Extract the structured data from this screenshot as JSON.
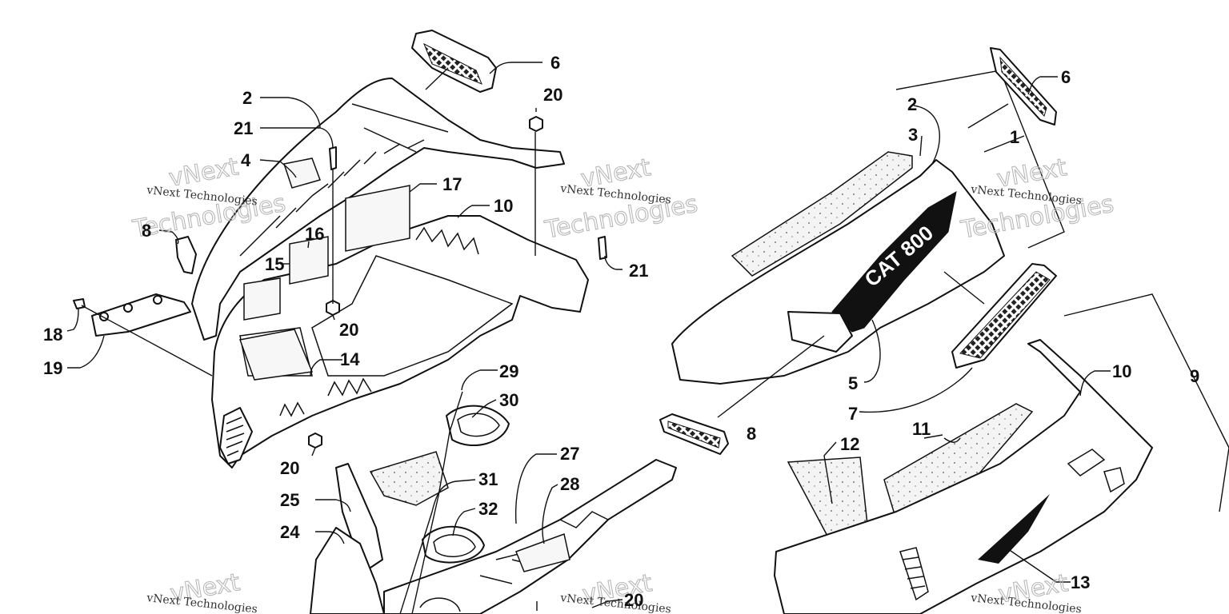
{
  "callouts": [
    {
      "id": "c6a",
      "label": "6"
    },
    {
      "id": "c20a",
      "label": "20"
    },
    {
      "id": "c2a",
      "label": "2"
    },
    {
      "id": "c21a",
      "label": "21"
    },
    {
      "id": "c4",
      "label": "4"
    },
    {
      "id": "c17",
      "label": "17"
    },
    {
      "id": "c10a",
      "label": "10"
    },
    {
      "id": "c16",
      "label": "16"
    },
    {
      "id": "c8a",
      "label": "8"
    },
    {
      "id": "c15",
      "label": "15"
    },
    {
      "id": "c21b",
      "label": "21"
    },
    {
      "id": "c20b",
      "label": "20"
    },
    {
      "id": "c18",
      "label": "18"
    },
    {
      "id": "c19",
      "label": "19"
    },
    {
      "id": "c14",
      "label": "14"
    },
    {
      "id": "c29",
      "label": "29"
    },
    {
      "id": "c30",
      "label": "30"
    },
    {
      "id": "c20c",
      "label": "20"
    },
    {
      "id": "c27",
      "label": "27"
    },
    {
      "id": "c31",
      "label": "31"
    },
    {
      "id": "c28",
      "label": "28"
    },
    {
      "id": "c25",
      "label": "25"
    },
    {
      "id": "c32",
      "label": "32"
    },
    {
      "id": "c24",
      "label": "24"
    },
    {
      "id": "c20d",
      "label": "20"
    },
    {
      "id": "c6b",
      "label": "6"
    },
    {
      "id": "c2b",
      "label": "2"
    },
    {
      "id": "c1",
      "label": "1"
    },
    {
      "id": "c3",
      "label": "3"
    },
    {
      "id": "c5",
      "label": "5"
    },
    {
      "id": "c7",
      "label": "7"
    },
    {
      "id": "c8b",
      "label": "8"
    },
    {
      "id": "c10b",
      "label": "10"
    },
    {
      "id": "c9",
      "label": "9"
    },
    {
      "id": "c11",
      "label": "11"
    },
    {
      "id": "c12",
      "label": "12"
    },
    {
      "id": "c13",
      "label": "13"
    }
  ],
  "watermarks": {
    "small": "vNext Technologies",
    "line1": "vNext",
    "line2": "Technologies"
  },
  "decal_text": "CAT 800",
  "colors": {
    "ink": "#111111",
    "paper": "#ffffff",
    "watermark": "#b8b8b8"
  }
}
